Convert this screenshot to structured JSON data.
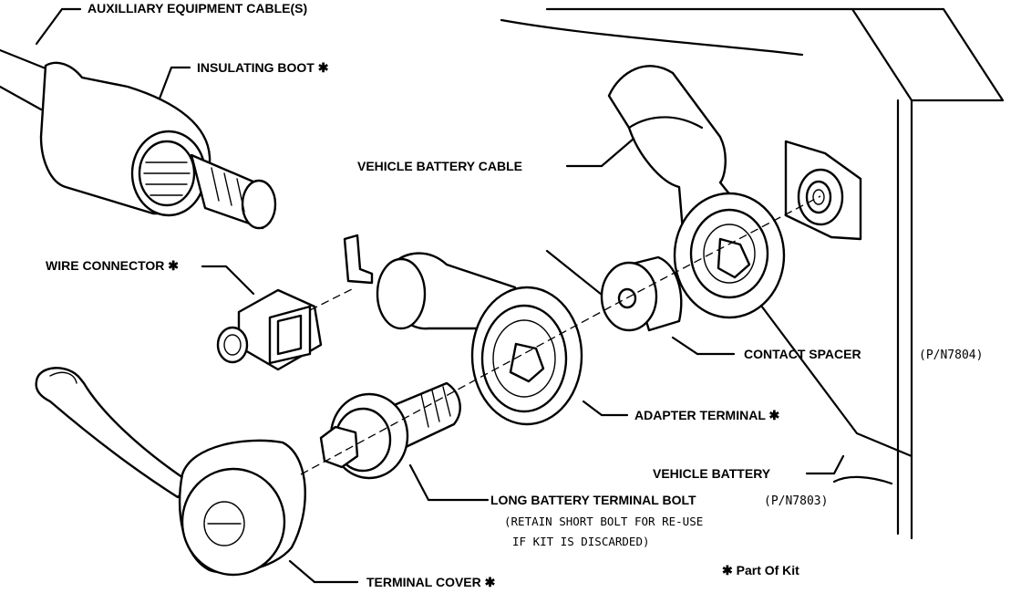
{
  "labels": {
    "aux_cable": "AUXILLIARY EQUIPMENT CABLE(S)",
    "insulating_boot": "INSULATING BOOT ✱",
    "vehicle_battery_cable": "VEHICLE BATTERY CABLE",
    "wire_connector": "WIRE CONNECTOR ✱",
    "contact_spacer": "CONTACT SPACER",
    "contact_spacer_pn": "(P/N7804)",
    "adapter_terminal": "ADAPTER TERMINAL ✱",
    "vehicle_battery": "VEHICLE BATTERY",
    "long_bolt": "LONG BATTERY TERMINAL BOLT",
    "long_bolt_pn": "(P/N7803)",
    "retain_note_1": "(RETAIN SHORT BOLT FOR RE-USE",
    "retain_note_2": "IF KIT IS DISCARDED)",
    "terminal_cover": "TERMINAL COVER ✱",
    "part_of_kit": "✱ Part Of Kit"
  }
}
